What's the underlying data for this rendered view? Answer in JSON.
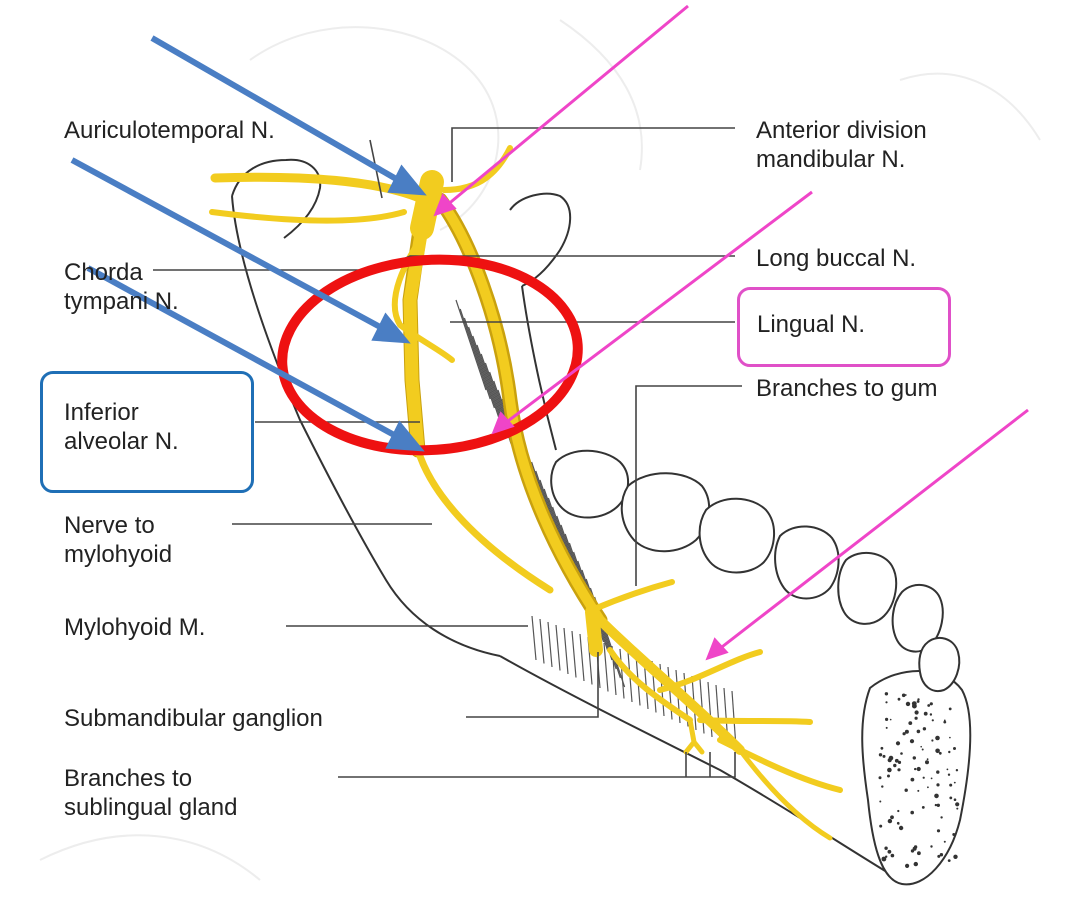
{
  "labels": {
    "auriculotemporal": "Auriculotemporal N.",
    "anterior_division": "Anterior division\nmandibular N.",
    "chorda_tympani": "Chorda\ntympani N.",
    "long_buccal": "Long buccal N.",
    "lingual": "Lingual N.",
    "inferior_alveolar": "Inferior\nalveolar N.",
    "branches_gum": "Branches to gum",
    "nerve_mylohyoid": "Nerve to\nmylohyoid",
    "mylohyoid_m": "Mylohyoid M.",
    "submandibular_ganglion": "Submandibular ganglion",
    "branches_sublingual": "Branches to\nsublingual gland"
  },
  "colors": {
    "nerve": "#f2cc1f",
    "nerve_outline": "#c9a10e",
    "blue_arrow": "#4a7ec4",
    "pink_arrow": "#ef45c8",
    "red_ellipse": "#ee1111",
    "blue_box": "#1f6fb6",
    "pink_box": "#e050c8",
    "outline": "#333333",
    "leader": "#444444"
  }
}
